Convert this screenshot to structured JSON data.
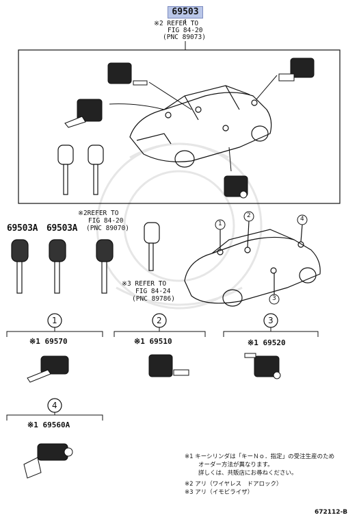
{
  "header": {
    "main_part": "69503",
    "ref_top": [
      "※2 REFER TO",
      "FIG 84-20",
      "(PNC 89073)"
    ]
  },
  "keys": {
    "left_part": "69503A",
    "middle_part": "69503A",
    "ref_key_mid": [
      "※2REFER TO",
      "FIG 84-20",
      "(PNC 89070)"
    ],
    "ref_key_right": [
      "※3 REFER TO",
      "FIG 84-24",
      "(PNC 89786)"
    ]
  },
  "callouts": {
    "c1": "1",
    "c2": "2",
    "c3": "3",
    "c4": "4"
  },
  "sections": [
    {
      "index": "1",
      "part": "※1 69570"
    },
    {
      "index": "2",
      "part": "※1 69510"
    },
    {
      "index": "3",
      "part": "※1 69520"
    },
    {
      "index": "4",
      "part": "※1 69560A"
    }
  ],
  "notes": [
    "※1 キーシリンダは「キーＮｏ．指定」の受注生産のため",
    "オーダー方法が異なります。",
    "詳しくは、共販店にお尋ねください。",
    "※2 アリ（ワイヤレス　ドアロック）",
    "※3 アリ（イモビライザ）"
  ],
  "figure_code": "672112-B"
}
